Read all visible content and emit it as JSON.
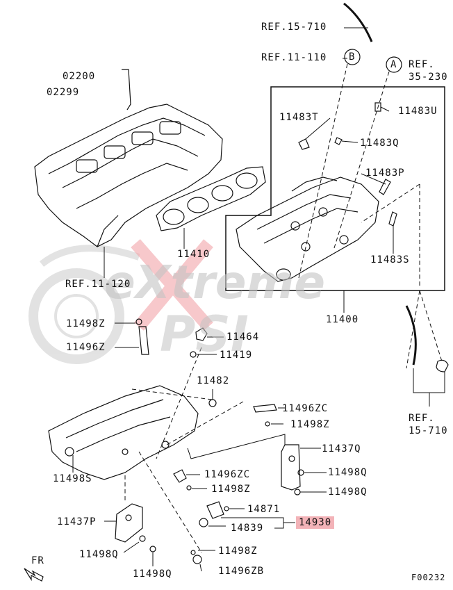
{
  "watermark": {
    "line1": "eXtreme",
    "line2": "PSI",
    "accent_color": "#f2a3a8",
    "gray_color": "#c8c8c8"
  },
  "labels": {
    "ref_15_710_top": "REF.15-710",
    "ref_11_110": "REF.11-110",
    "ref_35_230": "REF.\n35-230",
    "callout_b": "B",
    "callout_a": "A",
    "p02200": "02200",
    "p02299": "02299",
    "p11483t": "11483T",
    "p11483u": "11483U",
    "p11483q": "11483Q",
    "p11483p": "11483P",
    "p11483s": "11483S",
    "p11410": "11410",
    "ref_11_120": "REF.11-120",
    "p11400": "11400",
    "p11498z_a": "11498Z",
    "p11496z": "11496Z",
    "p11464": "11464",
    "p11419": "11419",
    "p11482": "11482",
    "p11496zc_a": "11496ZC",
    "p11498z_b": "11498Z",
    "ref_15_710_right": "REF.\n15-710",
    "p11437q": "11437Q",
    "p11498q_a": "11498Q",
    "p11498q_b": "11498Q",
    "p11498s": "11498S",
    "p11496zc_b": "11496ZC",
    "p11498z_c": "11498Z",
    "p14871": "14871",
    "p11437p": "11437P",
    "p14839": "14839",
    "p14930": "14930",
    "p11498q_c": "11498Q",
    "p11498z_d": "11498Z",
    "p11498q_d": "11498Q",
    "p11496zb": "11496ZB",
    "fr": "FR",
    "fig_code": "F00232"
  },
  "colors": {
    "line": "#111111",
    "highlight": "#f3b3b8"
  }
}
